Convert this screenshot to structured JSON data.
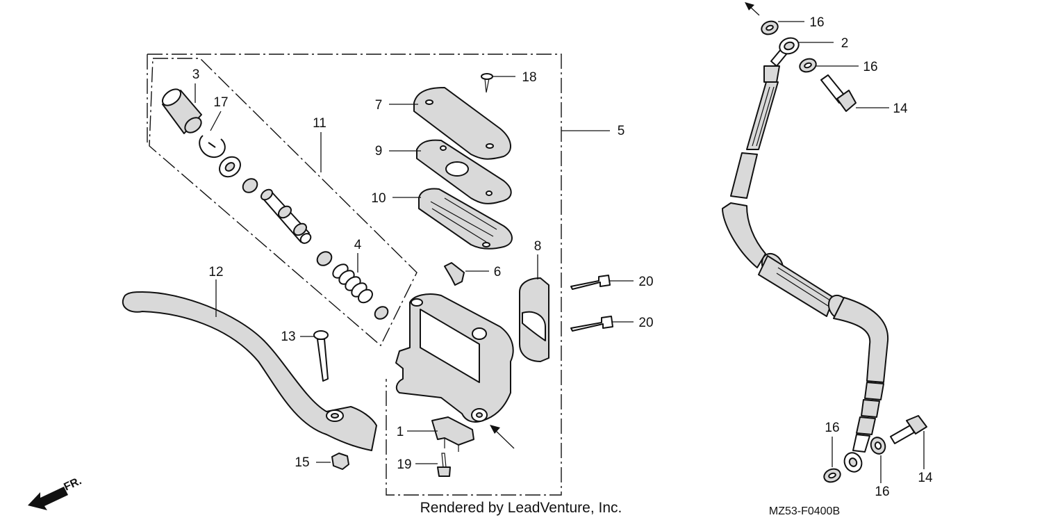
{
  "diagram": {
    "callouts": [
      {
        "id": "3",
        "label": "3"
      },
      {
        "id": "17",
        "label": "17"
      },
      {
        "id": "11",
        "label": "11"
      },
      {
        "id": "4",
        "label": "4"
      },
      {
        "id": "12",
        "label": "12"
      },
      {
        "id": "13",
        "label": "13"
      },
      {
        "id": "15",
        "label": "15"
      },
      {
        "id": "18",
        "label": "18"
      },
      {
        "id": "7",
        "label": "7"
      },
      {
        "id": "9",
        "label": "9"
      },
      {
        "id": "10",
        "label": "10"
      },
      {
        "id": "6",
        "label": "6"
      },
      {
        "id": "5",
        "label": "5"
      },
      {
        "id": "8",
        "label": "8"
      },
      {
        "id": "20a",
        "label": "20"
      },
      {
        "id": "20b",
        "label": "20"
      },
      {
        "id": "1",
        "label": "1"
      },
      {
        "id": "19",
        "label": "19"
      },
      {
        "id": "16a",
        "label": "16"
      },
      {
        "id": "2",
        "label": "2"
      },
      {
        "id": "16b",
        "label": "16"
      },
      {
        "id": "14a",
        "label": "14"
      },
      {
        "id": "16c",
        "label": "16"
      },
      {
        "id": "16d",
        "label": "16"
      },
      {
        "id": "14b",
        "label": "14"
      }
    ],
    "direction_label": "FR.",
    "credit": "Rendered by LeadVenture, Inc.",
    "diagram_code": "MZ53-F0400B"
  }
}
